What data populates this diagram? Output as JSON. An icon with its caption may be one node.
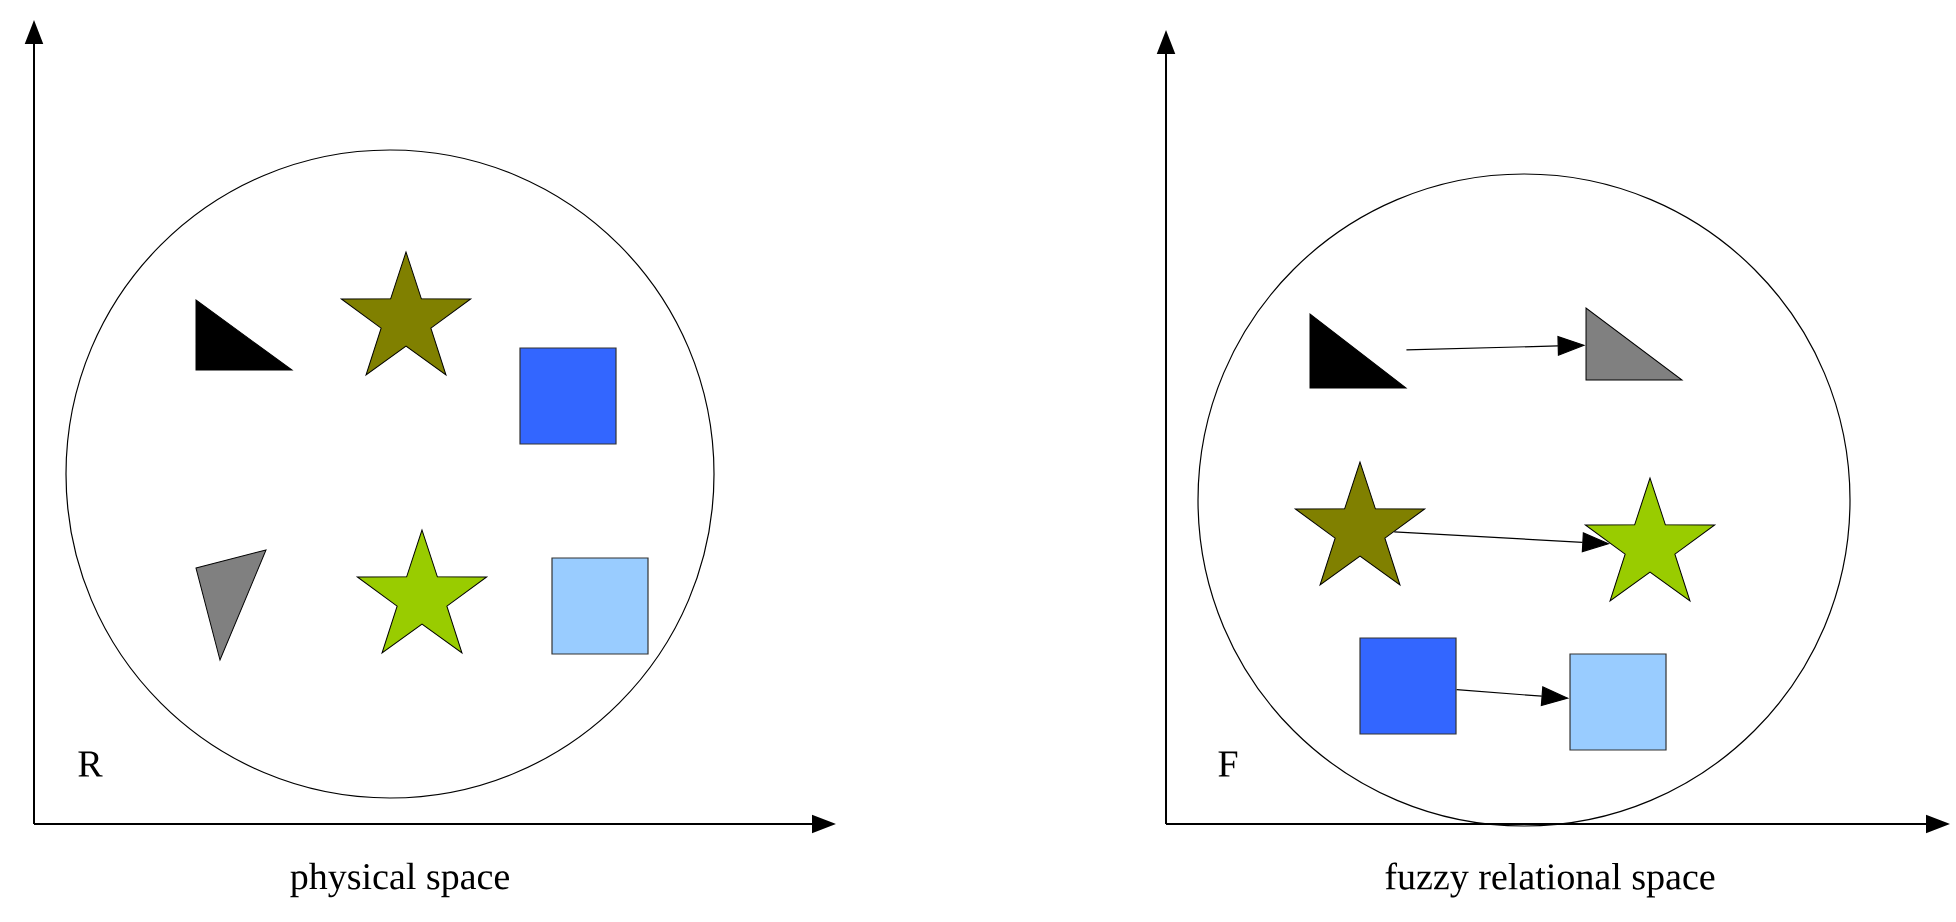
{
  "diagram": {
    "nodes": [
      {
        "text": [],
        "shape": "circle"
      },
      {
        "text": [],
        "shape": "triangle",
        "in": 0
      },
      {
        "text": [],
        "shape": "star",
        "in": 0
      },
      {
        "text": [],
        "shape": "box",
        "in": 0
      },
      {
        "text": [],
        "shape": "triangle",
        "in": 0
      },
      {
        "text": [],
        "shape": "star",
        "in": 0
      },
      {
        "text": [],
        "shape": "box",
        "in": 0
      },
      {
        "text": [],
        "shape": "circle"
      },
      {
        "text": [],
        "shape": "triangle",
        "in": 7
      },
      {
        "text": [],
        "shape": "triangle",
        "in": 7
      },
      {
        "text": [],
        "shape": "star",
        "in": 7
      },
      {
        "text": [],
        "shape": "star",
        "in": 7
      },
      {
        "text": [],
        "shape": "box",
        "in": 7
      },
      {
        "text": [],
        "shape": "box",
        "in": 7
      }
    ],
    "edges": [
      {
        "from": 8,
        "to": 9,
        "arrow": "to"
      },
      {
        "from": 10,
        "to": 11,
        "arrow": "to"
      },
      {
        "from": 12,
        "to": 13,
        "arrow": "to"
      }
    ],
    "labels": [
      "R",
      "F",
      "physical space",
      "fuzzy relational space"
    ]
  }
}
